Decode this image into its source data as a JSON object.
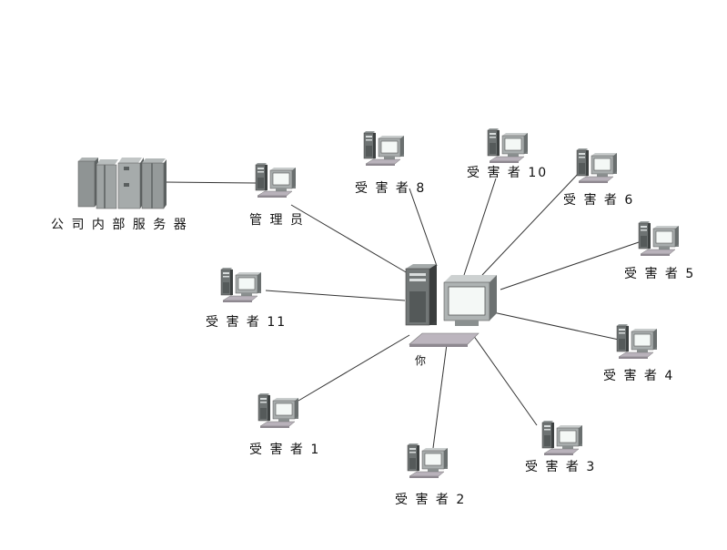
{
  "diagram": {
    "server_label": "公 司 内 部 服 务 器",
    "admin_label": "管 理 员",
    "you_label": "你",
    "victims": [
      {
        "id": "victim-8",
        "label": "受 害 者 8"
      },
      {
        "id": "victim-10",
        "label": "受 害 者 10"
      },
      {
        "id": "victim-6",
        "label": "受 害 者 6"
      },
      {
        "id": "victim-5",
        "label": "受 害 者 5"
      },
      {
        "id": "victim-4",
        "label": "受 害 者 4"
      },
      {
        "id": "victim-3",
        "label": "受 害 者 3"
      },
      {
        "id": "victim-2",
        "label": "受 害 者 2"
      },
      {
        "id": "victim-1",
        "label": "受 害 者 1"
      },
      {
        "id": "victim-11",
        "label": "受 害 者 11"
      }
    ]
  }
}
